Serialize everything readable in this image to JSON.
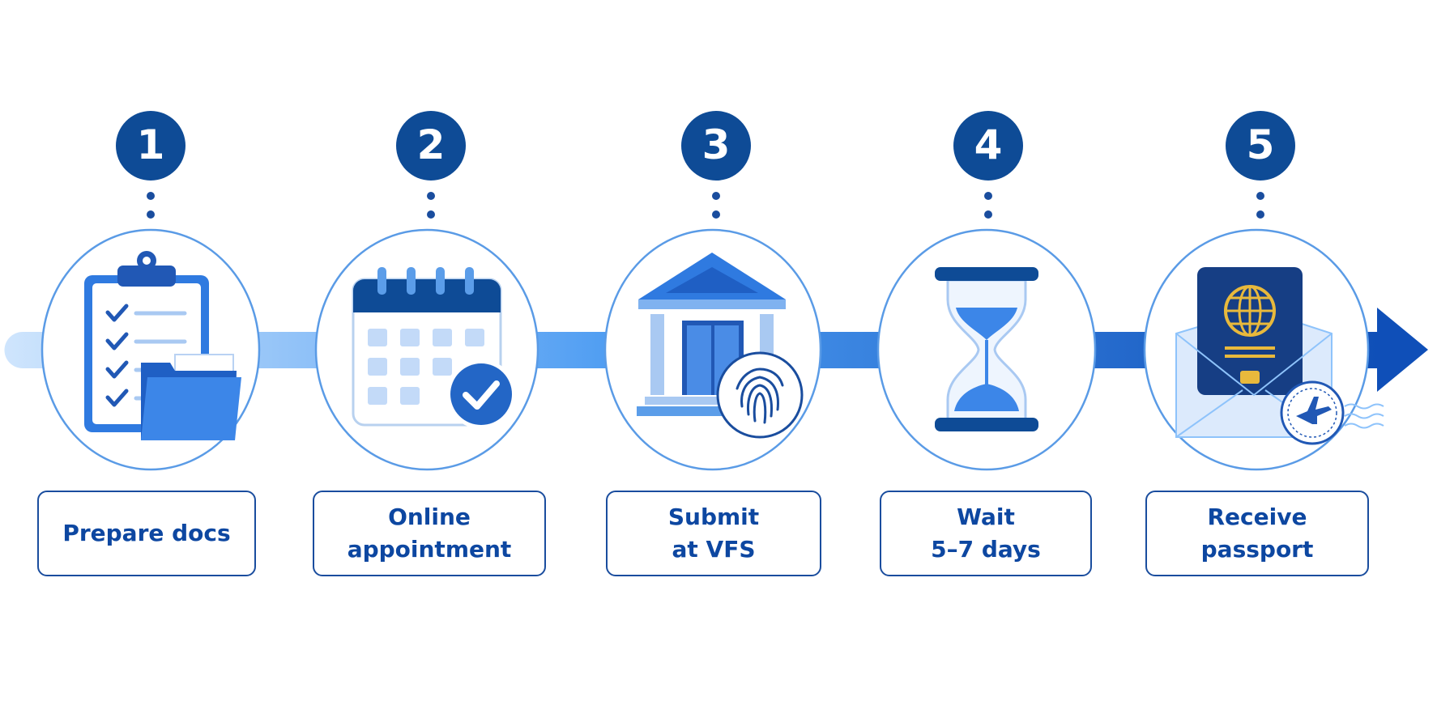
{
  "colors": {
    "primary": "#0d47a1",
    "badge": "#0e4b96",
    "accent": "#1e66d8",
    "light": "#8ec3fb",
    "border": "#1a4d9e"
  },
  "steps": [
    {
      "number": "1",
      "label_lines": [
        "Prepare docs"
      ],
      "icon": "clipboard-folder-icon"
    },
    {
      "number": "2",
      "label_lines": [
        "Online",
        "appointment"
      ],
      "icon": "calendar-check-icon"
    },
    {
      "number": "3",
      "label_lines": [
        "Submit",
        "at VFS"
      ],
      "icon": "bank-fingerprint-icon"
    },
    {
      "number": "4",
      "label_lines": [
        "Wait",
        "5–7 days"
      ],
      "icon": "hourglass-icon"
    },
    {
      "number": "5",
      "label_lines": [
        "Receive",
        "passport"
      ],
      "icon": "passport-envelope-icon"
    }
  ]
}
